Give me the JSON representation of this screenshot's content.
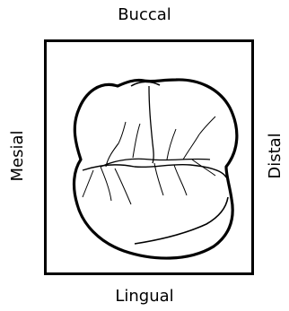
{
  "labels": {
    "buccal": "Buccal",
    "lingual": "Lingual",
    "mesial": "Mesial",
    "distal": "Distal"
  },
  "colors": {
    "ink": "#000000",
    "background": "#ffffff"
  }
}
